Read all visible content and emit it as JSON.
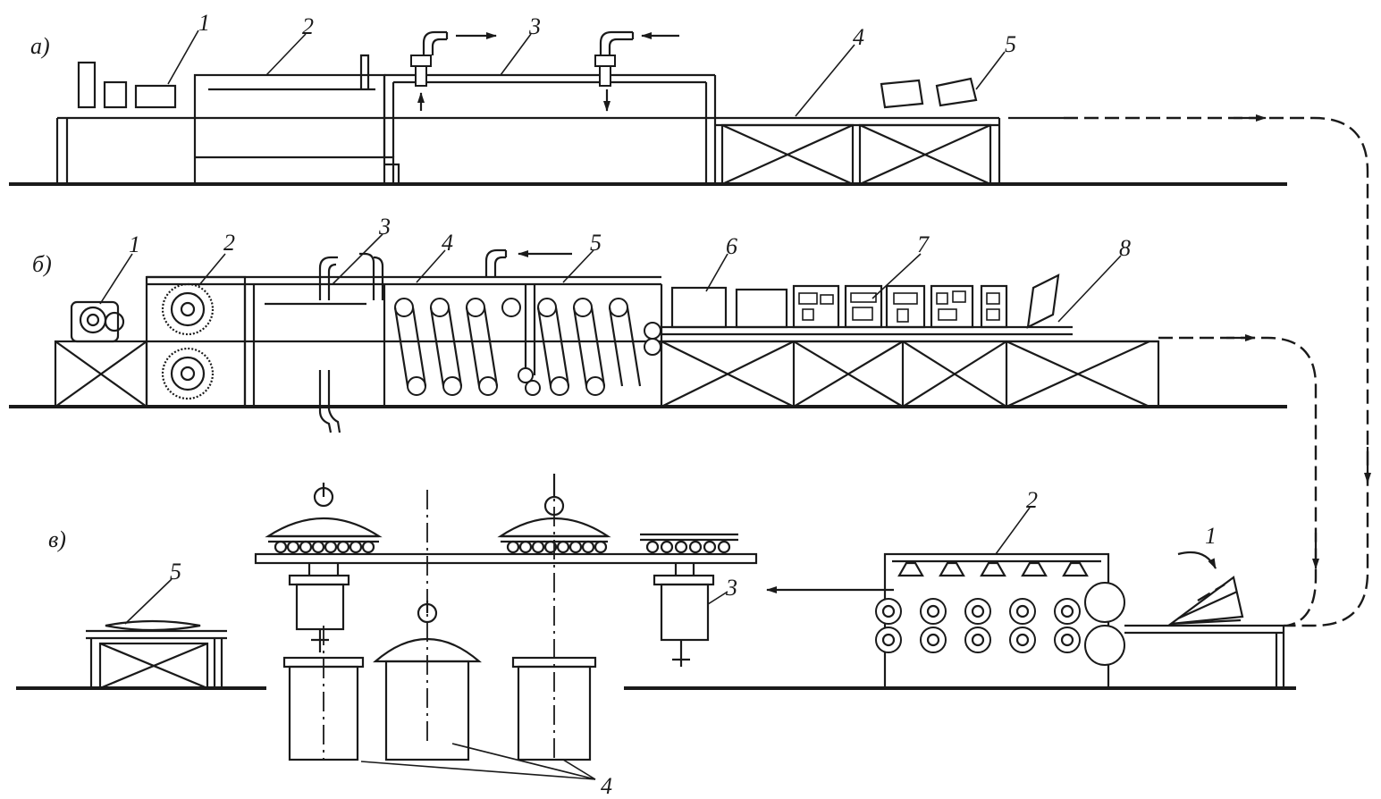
{
  "figure": {
    "panels": [
      {
        "id": "a",
        "tag": "а)",
        "callouts": [
          "1",
          "2",
          "3",
          "4",
          "5"
        ]
      },
      {
        "id": "b",
        "tag": "б)",
        "callouts": [
          "1",
          "2",
          "3",
          "4",
          "5",
          "6",
          "7",
          "8"
        ]
      },
      {
        "id": "c",
        "tag": "в)",
        "callouts": [
          "1",
          "2",
          "3",
          "4",
          "5"
        ]
      }
    ],
    "colors": {
      "ink": "#1a1a1a",
      "paper": "#ffffff"
    }
  }
}
